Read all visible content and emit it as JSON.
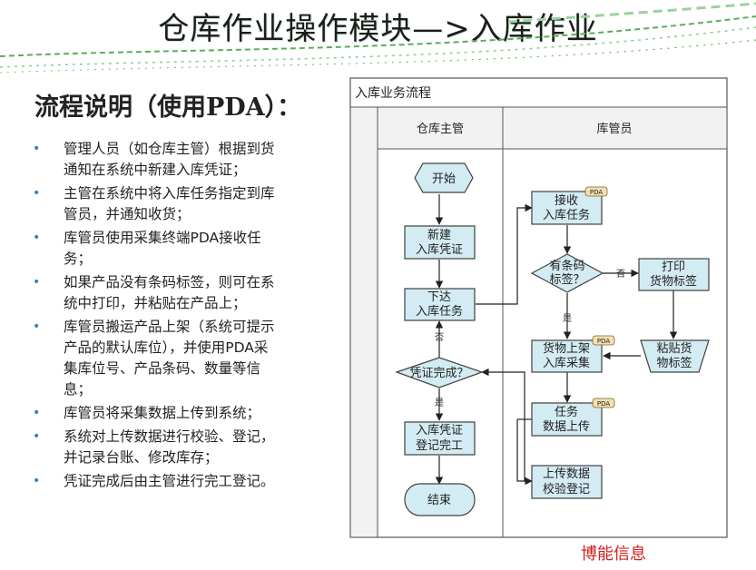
{
  "slide": {
    "title": "仓库作业操作模块—>入库作业",
    "heading": "流程说明（使用PDA）：",
    "bullets": [
      [
        "管理人员（如仓库主管）根据到货",
        "通知在系统中新建入库凭证；"
      ],
      [
        "主管在系统中将入库任务指定到库",
        "管员，并通知收货；"
      ],
      [
        "库管员使用采集终端PDA接收任",
        "务；"
      ],
      [
        "如果产品没有条码标签，则可在系",
        "统中打印，并粘贴在产品上；"
      ],
      [
        "库管员搬运产品上架（系统可提示",
        "产品的默认库位），并使用PDA采",
        "集库位号、产品条码、数量等信",
        "息；"
      ],
      [
        "库管员将采集数据上传到系统；"
      ],
      [
        "系统对上传数据进行校验、登记，",
        "并记录台账、修改库存；"
      ],
      [
        "凭证完成后由主管进行完工登记。"
      ]
    ],
    "footer": "博能信息"
  },
  "flowchart": {
    "title": "入库业务流程",
    "lane_left": "仓库主管",
    "lane_right": "库管员",
    "pda_tag": "PDA",
    "nodes": {
      "start": "开始",
      "create_voucher": [
        "新建",
        "入库凭证"
      ],
      "assign_task": [
        "下达",
        "入库任务"
      ],
      "voucher_done": "凭证完成？",
      "complete_reg": [
        "入库凭证",
        "登记完工"
      ],
      "end": "结束",
      "receive_task": [
        "接收",
        "入库任务"
      ],
      "has_barcode": [
        "有条码",
        "标签？"
      ],
      "print_label": [
        "打印",
        "货物标签"
      ],
      "paste_label": [
        "粘贴货",
        "物标签"
      ],
      "shelve": [
        "货物上架",
        "入库采集"
      ],
      "upload": [
        "任务",
        "数据上传"
      ],
      "verify": [
        "上传数据",
        "校验登记"
      ]
    },
    "edge_labels": {
      "no": "否",
      "yes": "是"
    }
  },
  "colors": {
    "box_fill": "#d3ebf2",
    "box_stroke": "#404040",
    "pda_fill": "#f4dfb0",
    "footer": "#d22020",
    "bullet": "#2e7fc0"
  }
}
